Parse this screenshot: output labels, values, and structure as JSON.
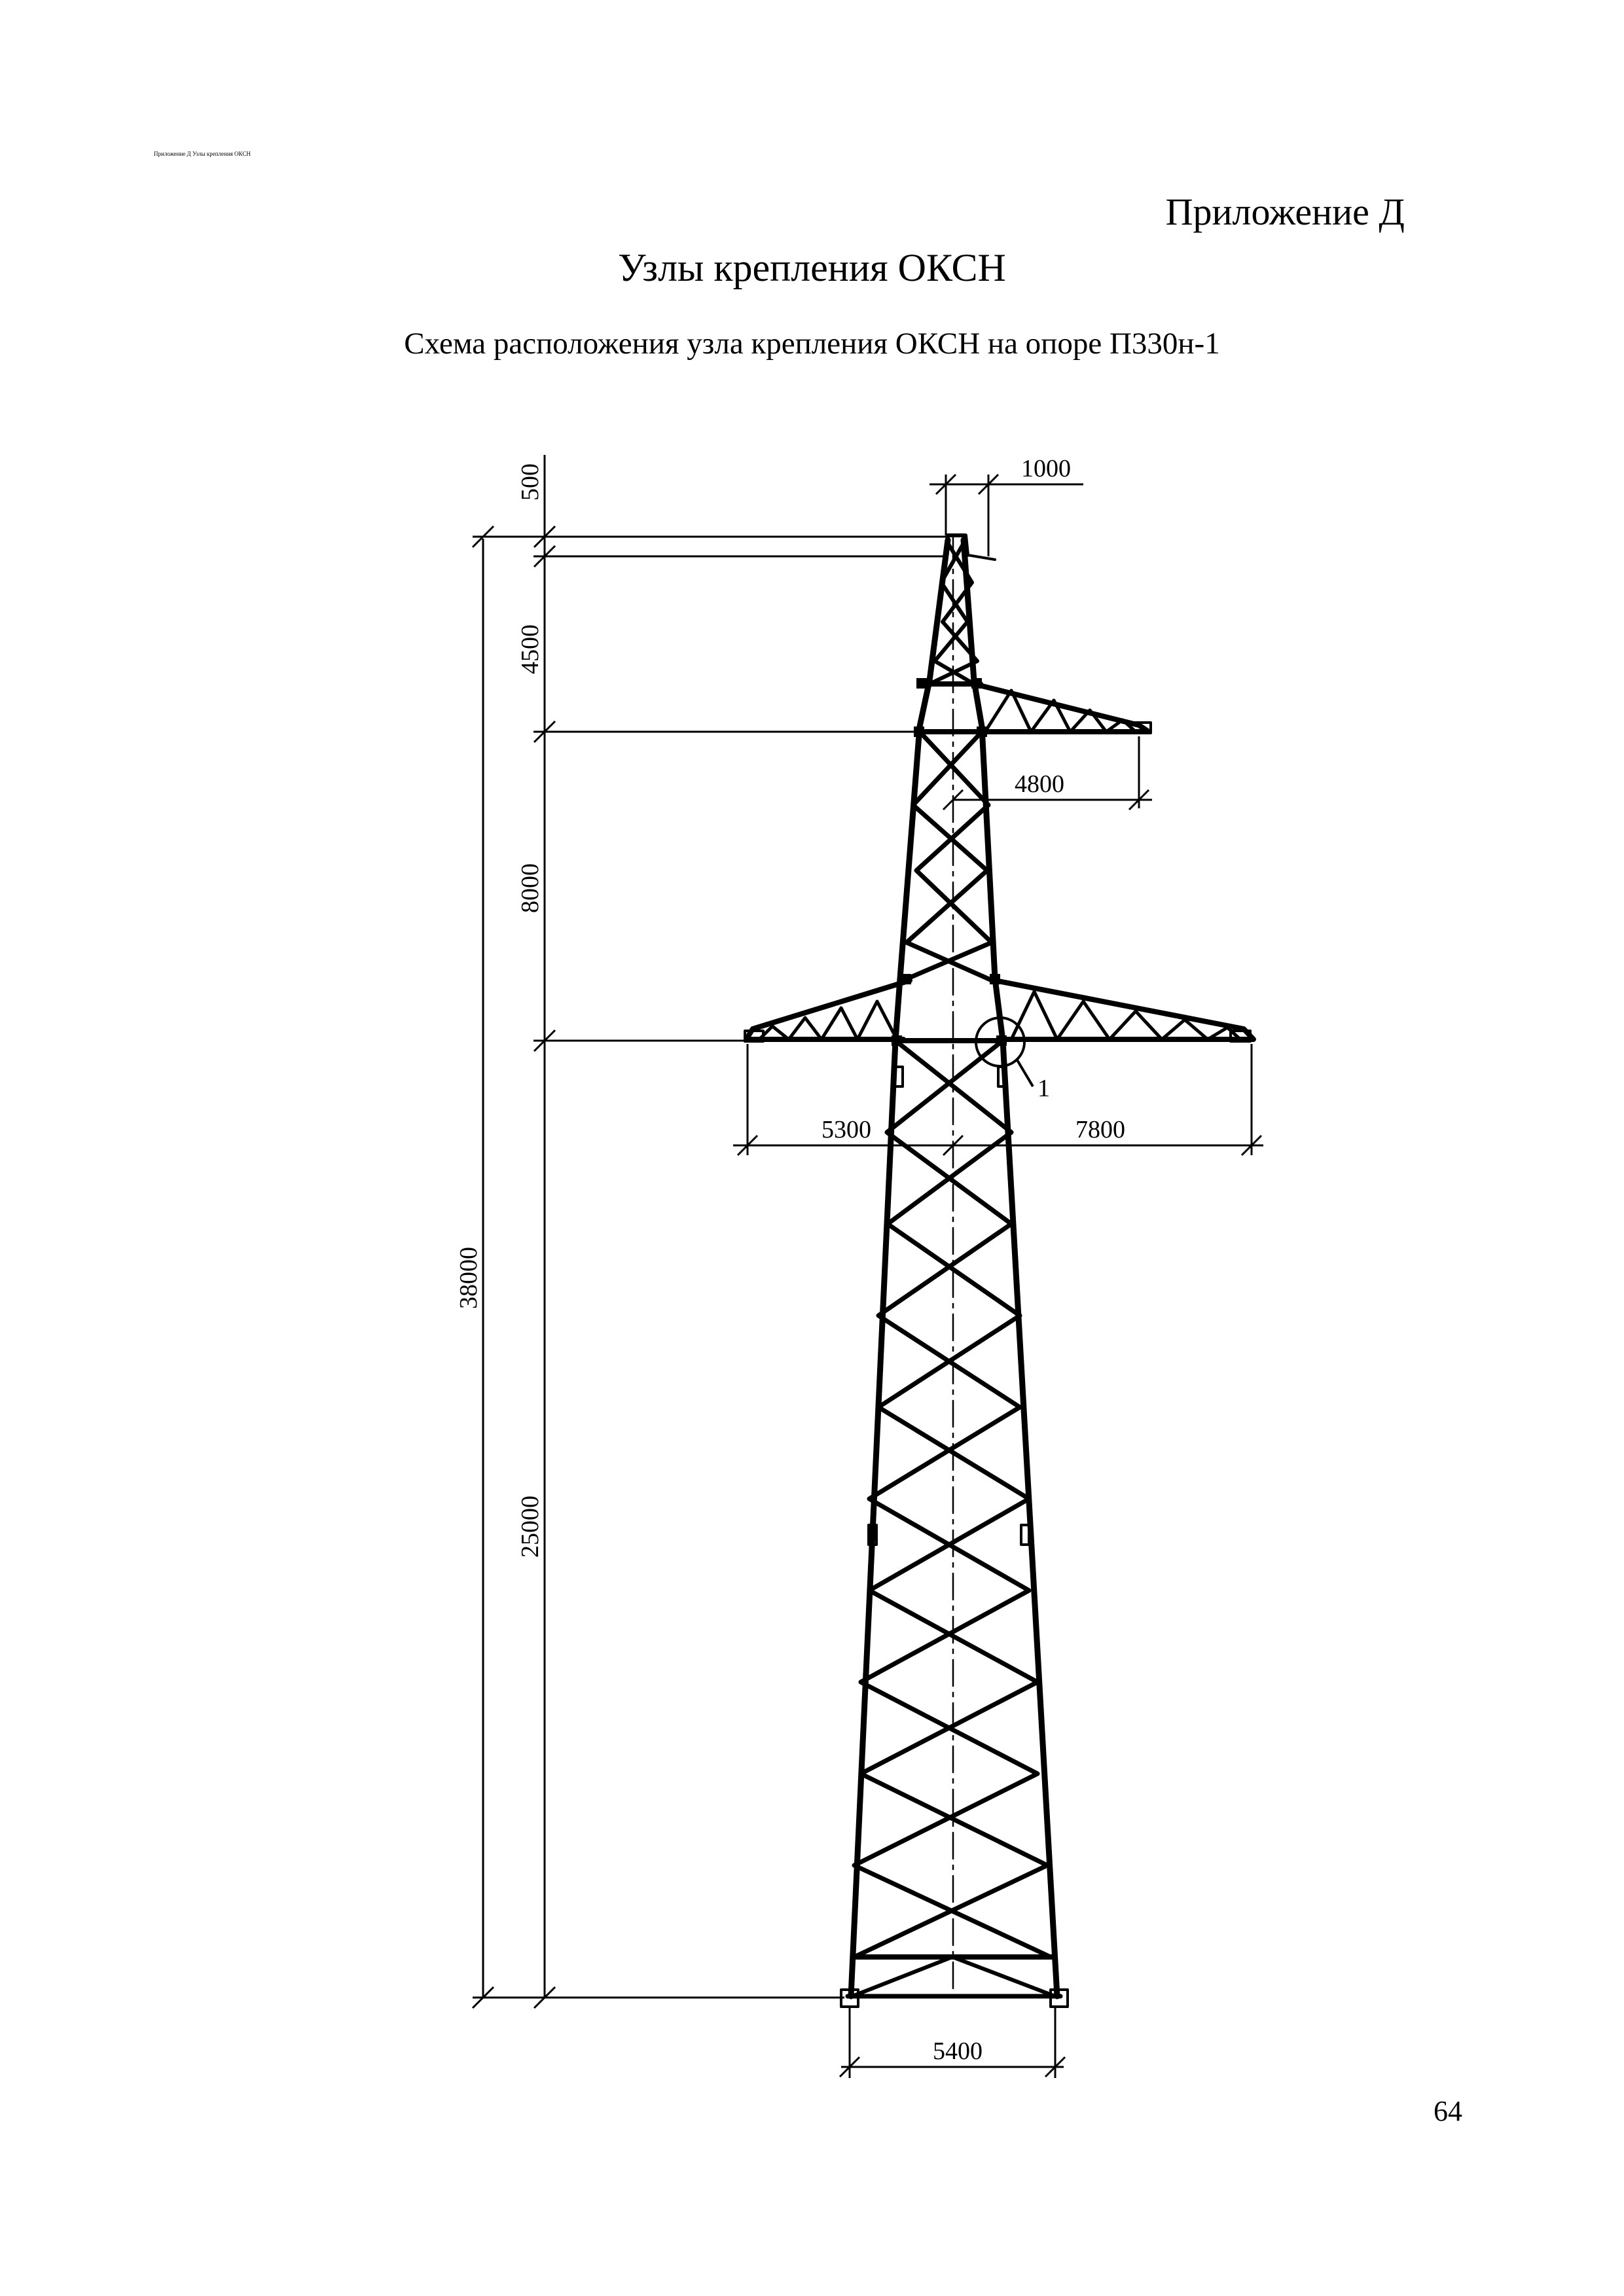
{
  "header": {
    "note": "Приложение Д Узлы крепления ОКСН",
    "appendix": "Приложение Д"
  },
  "title": "Узлы крепления ОКСН",
  "subtitle": "Схема расположения узла крепления ОКСН на опоре П330н-1",
  "drawing": {
    "dimensions": {
      "top_width": "1000",
      "top_height": "500",
      "upper_section": "4500",
      "upper_arm": "4800",
      "middle_section": "8000",
      "left_arm": "5300",
      "right_arm": "7800",
      "total_height": "38000",
      "lower_section": "25000",
      "base_width": "5400"
    },
    "callout": "1"
  },
  "page_number": "64"
}
